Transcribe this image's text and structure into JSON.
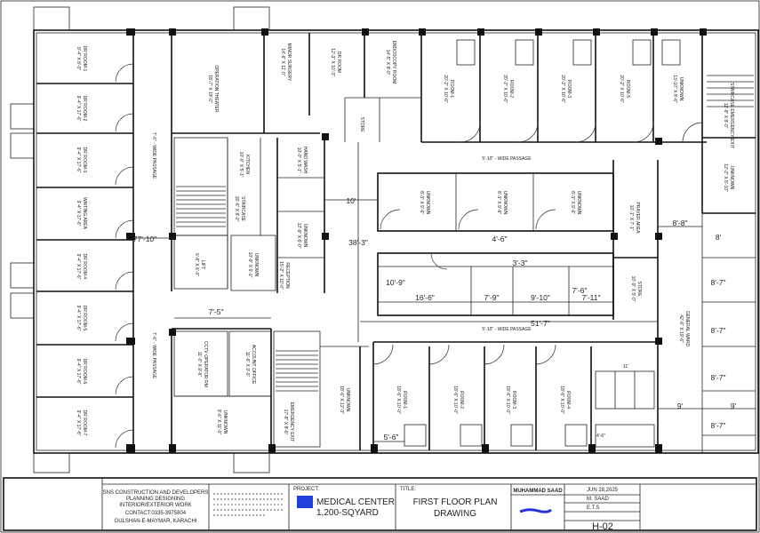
{
  "plan": {
    "rooms": [
      {
        "id": "dr1",
        "name": "DR ROOM-1",
        "size": "9'-4\" X 8'-0\""
      },
      {
        "id": "dr2",
        "name": "DR ROOM-2",
        "size": "9'-4\" X 17'-6\""
      },
      {
        "id": "dr3",
        "name": "DR ROOM-3",
        "size": "9'-4\" X 17'-6\""
      },
      {
        "id": "waiting",
        "name": "WAITING AREA",
        "size": "9'-4\" X 17'-6\""
      },
      {
        "id": "dr4",
        "name": "DR ROOM-4",
        "size": "9'-4\" X 17'-6\""
      },
      {
        "id": "dr5",
        "name": "DR ROOM-5",
        "size": "9'-4\" X 17'-6\""
      },
      {
        "id": "dr6",
        "name": "DR ROOM-6",
        "size": "9'-4\" X 17'-6\""
      },
      {
        "id": "dr7",
        "name": "DR ROOM-7",
        "size": "9'-4\" X 17'-6\""
      },
      {
        "id": "ot",
        "name": "OPERATION THEATER",
        "size": "18'-7\" X 18'-0\""
      },
      {
        "id": "minor",
        "name": "MINOR SURGERY",
        "size": "14'-6\" X 11'-0\""
      },
      {
        "id": "drroom",
        "name": "DR ROOM",
        "size": "12'-3\" X 10'-3\""
      },
      {
        "id": "endo",
        "name": "ENDOSCOPY ROOM",
        "size": "14'-5\" X 8'-0\""
      },
      {
        "id": "room1t",
        "name": "ROOM-1",
        "size": "20'-2\" X 10'-6\""
      },
      {
        "id": "room2t",
        "name": "ROOM-2",
        "size": "20'-2\" X 10'-6\""
      },
      {
        "id": "room3t",
        "name": "ROOM-3",
        "size": "20'-2\" X 10'-6\""
      },
      {
        "id": "room5t",
        "name": "ROOM-5",
        "size": "20'-2\" X 10'-6\""
      },
      {
        "id": "unk_tr",
        "name": "UNKNOWN",
        "size": "13'-10\" X 8'-6\""
      },
      {
        "id": "stair_ee",
        "name": "STAIRCASE EMERGENCY EXIT",
        "size": "12'-8\" X 8'-0\""
      },
      {
        "id": "unk_r",
        "name": "UNKNOWN",
        "size": "12'-2\" X 8'-10\""
      },
      {
        "id": "kitchen",
        "name": "KITCHEN",
        "size": "10'-0\" X 5'-1\""
      },
      {
        "id": "handwash",
        "name": "HAND WASH",
        "size": "10'-0\" X 5'-1\""
      },
      {
        "id": "stair_c",
        "name": "STAIRCASE",
        "size": "15'-6\" X 8'-2\""
      },
      {
        "id": "lift",
        "name": "LIFT",
        "size": "6'-8\" X 6'-0\""
      },
      {
        "id": "unk_c",
        "name": "UNKNOWN",
        "size": "10'-9\" X 6'-1\""
      },
      {
        "id": "unk_c2",
        "name": "UNKNOWN",
        "size": "12'-9\" X 6'-0\""
      },
      {
        "id": "reception",
        "name": "RECEPTION",
        "size": "15'-2\" X 10'-0\""
      },
      {
        "id": "ccu",
        "name": "CCTV OPERATOR RM",
        "size": "11'-0\" X 9'-6\""
      },
      {
        "id": "acct",
        "name": "ACCOUNT OFFICE",
        "size": "11'-6\" X 9'-0\""
      },
      {
        "id": "unk_b",
        "name": "UNKNOWN",
        "size": "9'-6\" X 11'-0\""
      },
      {
        "id": "emerg",
        "name": "EMERGENCY EXIT",
        "size": "17'-8\" X 8'-6\""
      },
      {
        "id": "unk_bc",
        "name": "UNKNOWN",
        "size": "18'-6\" X 12'-3\""
      },
      {
        "id": "room1b",
        "name": "ROOM-1",
        "size": "18'-6\" X 10'-0\""
      },
      {
        "id": "room2b",
        "name": "ROOM-2",
        "size": "18'-6\" X 10'-0\""
      },
      {
        "id": "room3b",
        "name": "ROOM-3",
        "size": "18'-6\" X 10'-0\""
      },
      {
        "id": "room4b",
        "name": "ROOM-4",
        "size": "18'-6\" X 10'-0\""
      },
      {
        "id": "unk_i1",
        "name": "UNKNOWN",
        "size": "8'-3\" X 9'-6\""
      },
      {
        "id": "unk_i2",
        "name": "UNKNOWN",
        "size": "8'-3\" X 9'-6\""
      },
      {
        "id": "unk_i3",
        "name": "UNKNOWN",
        "size": "8'-3\" X 9'-6\""
      },
      {
        "id": "prayer",
        "name": "PRAYER AREA",
        "size": "10'-1\" X 7'-1\""
      },
      {
        "id": "store_r",
        "name": "STORE",
        "size": "10'-9\" X 5'-0\""
      },
      {
        "id": "general",
        "name": "GENERAL WARD",
        "size": "42'-6\" X 19'-6\""
      },
      {
        "id": "store_t",
        "name": "STORE",
        "size": ""
      }
    ],
    "passages": [
      {
        "id": "left_passage",
        "label": "7'-6\" - WIDE PASSAGE"
      },
      {
        "id": "left_passage2",
        "label": "7'-6\" - WIDE PASSAGE"
      },
      {
        "id": "top_passage",
        "label": "5'-10\" - WIDE PASSAGE"
      },
      {
        "id": "bottom_passage",
        "label": "5'-10\" - WIDE PASSAGE"
      }
    ],
    "dims": {
      "d_77_10": "77'-10\"",
      "d_38_3": "38'-3\"",
      "d_10": "10'",
      "d_7_5": "7'-5\"",
      "d_4_6": "4'-6\"",
      "d_3_3": "3'-3\"",
      "d_10_9": "10'-9\"",
      "d_16_6": "16'-6\"",
      "d_7_9": "7'-9\"",
      "d_9_10": "9'-10\"",
      "d_7_6": "7'-6\"",
      "d_7_11": "7'-11\"",
      "d_51_7": "51'-7\"",
      "d_8_8": "8'-8\"",
      "d_8": "8'",
      "d_8_7a": "8'-7\"",
      "d_8_7b": "8'-7\"",
      "d_8_7c": "8'-7\"",
      "d_8_7d": "8'-7\"",
      "d_9a": "9'",
      "d_9b": "9'",
      "d_5_6": "5'-6\"",
      "d_4_6b": "4'-6\"",
      "d_11": "11'"
    }
  },
  "title_block": {
    "company_lines": [
      "SNS CONSTRUCTION AND DEVELOPERS",
      "PLANNING DESIGNING",
      "INTERIOR/EXTERIOR WORK",
      "CONTACT:0335-3975804",
      "GULSHAN-E-MAYMAR, KARACHI"
    ],
    "project_label": "PROJECT:",
    "project_name": "MEDICAL CENTER",
    "project_size": "1,200-SQYARD",
    "title_label": "TITLE:",
    "title_line1": "FIRST FLOOR PLAN",
    "title_line2": "DRAWING",
    "drawn_by": "MUHAMMAD SAAD",
    "date": "JUN 28,2025",
    "checked": "M. SAAD",
    "approved": "E.T.S",
    "sheet": "H-02"
  },
  "colors": {
    "ink": "#111111",
    "highlight": "#1f3fd8",
    "signature": "#2433d6"
  }
}
